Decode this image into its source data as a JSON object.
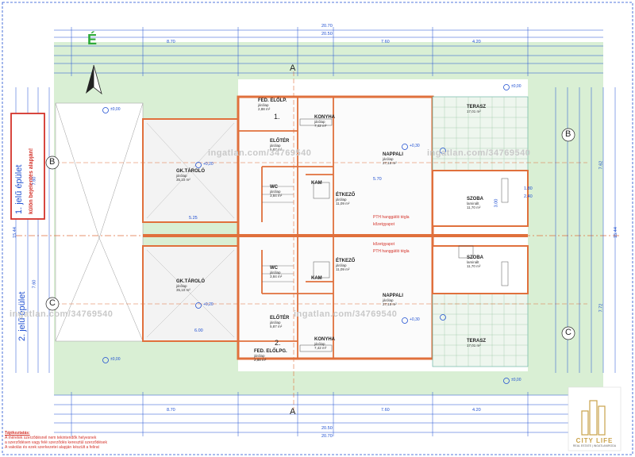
{
  "north_label": "É",
  "buildings": {
    "first_title": "1. jelű épület",
    "first_note": "külön bejelentés alapján!",
    "second_title": "2. jelű épület"
  },
  "axis_labels": {
    "left_b": "B",
    "left_c": "C",
    "right_b": "B",
    "right_c": "C",
    "section_top": "A",
    "section_bottom": "A",
    "unit_1": "1.",
    "unit_2": "2."
  },
  "dimensions": {
    "top_total": "20.70",
    "top_mid": "20.50",
    "top_left": "8.70",
    "top_center": "7.60",
    "top_right": "4.20",
    "bottom_total": "20.70",
    "bottom_mid": "20.50",
    "bottom_left": "8.70",
    "bottom_center": "7.60",
    "bottom_right": "4.20",
    "left_total": "15.44",
    "right_total": "15.44",
    "right_a": "7.62",
    "right_b": "7.72",
    "left_a": "7.60",
    "left_b": "7.60",
    "garage_w": "5.25",
    "garage_w2": "6.00",
    "living_w": "5.70",
    "room_h": "3.00",
    "mid_h": "2.40",
    "side_h": "1.80"
  },
  "levels": {
    "zero_tl": "±0,00",
    "zero_bl": "±0,00",
    "zero_r1": "±0,00",
    "zero_r2": "±0,00",
    "plus_20": "+0,20",
    "plus_30": "+0,30",
    "plus_20b": "+0,20",
    "plus_30b": "+0,30"
  },
  "rooms": {
    "fed_elolep_1": {
      "name": "FED. ELŐLP.",
      "floor": "járólap",
      "area": "2,88 m²"
    },
    "konyha_1": {
      "name": "KONYHA",
      "floor": "járólap",
      "area": "7,42 m²"
    },
    "terasz_1": {
      "name": "TERASZ",
      "floor": "",
      "area": "17,01 m²"
    },
    "eloter_1": {
      "name": "ELŐTÉR",
      "floor": "járólap",
      "area": "5,87 m²"
    },
    "nappali_1": {
      "name": "NAPPALI",
      "floor": "járólap",
      "area": "27,15 m²"
    },
    "gktarolo_1": {
      "name": "GK.TÁROLÓ",
      "floor": "járólap",
      "area": "35,10 m²"
    },
    "wc_1": {
      "name": "WC",
      "floor": "járólap",
      "area": "3,84 m²"
    },
    "kam_1": {
      "name": "KAM",
      "floor": "",
      "area": ""
    },
    "etkezo_1": {
      "name": "ÉTKEZŐ",
      "floor": "járólap",
      "area": "11,09 m²"
    },
    "szoba_1": {
      "name": "SZOBA",
      "floor": "laminált",
      "area": "11,70 m²"
    },
    "szoba_2": {
      "name": "SZOBA",
      "floor": "laminált",
      "area": "11,70 m²"
    },
    "etkezo_2": {
      "name": "ÉTKEZŐ",
      "floor": "járólap",
      "area": "11,09 m²"
    },
    "wc_2": {
      "name": "WC",
      "floor": "járólap",
      "area": "3,84 m²"
    },
    "kam_2": {
      "name": "KAM",
      "floor": "",
      "area": ""
    },
    "gktarolo_2": {
      "name": "GK.TÁROLÓ",
      "floor": "járólap",
      "area": "35,10 m²"
    },
    "nappali_2": {
      "name": "NAPPALI",
      "floor": "járólap",
      "area": "27,15 m²"
    },
    "eloter_2": {
      "name": "ELŐTÉR",
      "floor": "járólap",
      "area": "5,87 m²"
    },
    "konyha_2": {
      "name": "KONYHA",
      "floor": "járólap",
      "area": "7,42 m²"
    },
    "terasz_2": {
      "name": "TERASZ",
      "floor": "",
      "area": "17,01 m²"
    },
    "fed_elolep_2": {
      "name": "FED. ELŐLPG.",
      "floor": "járólap",
      "area": "2,88 m²"
    }
  },
  "wall_notes": {
    "pth_1": "PTH hanggátló tégla",
    "kozet_1": "kőzetgyapot",
    "kozet_2": "kőzetgyapot",
    "pth_2": "PTH hanggátló tégla"
  },
  "watermarks": {
    "wm1": "ingatlan.com/34769540",
    "wm2": "ingatlan.com/34769540",
    "wm3": "ingatlan.com/34769540",
    "wm4": "ingatlan.com/34769540"
  },
  "footer_note": {
    "title": "Tájékoztatás:",
    "line1": "A méretek szerződésnél nem tekintendők helyesnek",
    "line2": "a szerződésen vagy felé szerződés keresztül szerződések",
    "line3": "A vakolás és ezek szerkezetei alapján készült a felirat"
  },
  "logo": {
    "name": "CITY LIFE",
    "tagline": "REAL ESTATE | INGATLANIRODA",
    "accent": "#c9a24a"
  },
  "colors": {
    "wall": "#e0703c",
    "dimension": "#1f4fd1",
    "grass": "#d9efd4",
    "outline": "#1f4fd1",
    "note_red": "#d4332a"
  }
}
